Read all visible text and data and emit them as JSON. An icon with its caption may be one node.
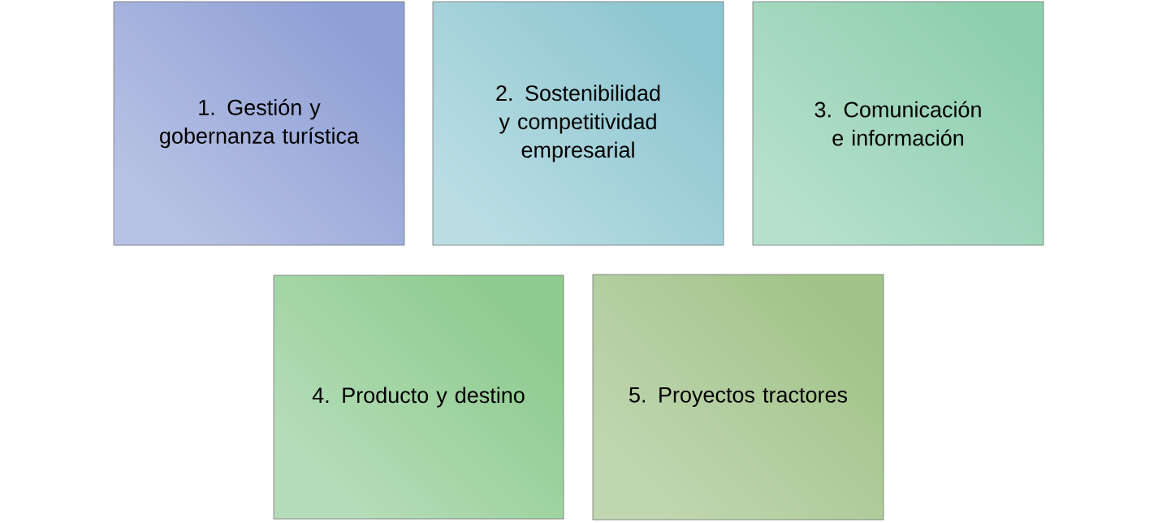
{
  "diagram": {
    "nodes": [
      {
        "text": [
          "1. Gestión y gobernanza turística"
        ]
      },
      {
        "text": [
          "2. Sostenibilidad y competitividad empresarial"
        ]
      },
      {
        "text": [
          "3. Comunicación e información"
        ]
      },
      {
        "text": [
          "4. Producto y destino"
        ]
      },
      {
        "text": [
          "5. Proyectos tractores"
        ]
      }
    ]
  }
}
